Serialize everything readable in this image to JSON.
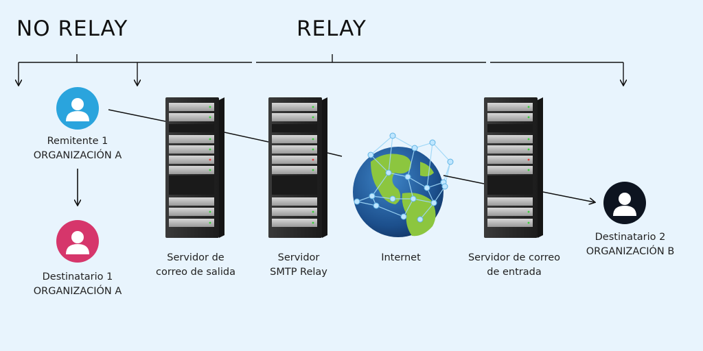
{
  "headings": {
    "no_relay": "NO RELAY",
    "relay": "RELAY"
  },
  "nodes": {
    "sender": {
      "line1": "Remitente 1",
      "line2": "ORGANIZACIÓN A",
      "color": "#2aa4dd",
      "icon": "user-icon"
    },
    "recipient1": {
      "line1": "Destinatario 1",
      "line2": "ORGANIZACIÓN A",
      "color": "#d6366b",
      "icon": "user-icon"
    },
    "outgoing_server": {
      "line1": "Servidor de",
      "line2": "correo de salida",
      "icon": "server-icon"
    },
    "smtp_relay": {
      "line1": "Servidor",
      "line2": "SMTP Relay",
      "icon": "server-icon"
    },
    "internet": {
      "line1": "Internet",
      "icon": "globe-icon"
    },
    "incoming_server": {
      "line1": "Servidor de correo",
      "line2": "de entrada",
      "icon": "server-icon"
    },
    "recipient2": {
      "line1": "Destinatario 2",
      "line2": "ORGANIZACIÓN B",
      "color": "#0d1420",
      "icon": "user-icon"
    }
  },
  "colors": {
    "background": "#e8f4fd",
    "line": "#111111",
    "server_body": "#2b2b2b",
    "globe_ocean": "#1f5fa0",
    "globe_land": "#8cc63f"
  }
}
